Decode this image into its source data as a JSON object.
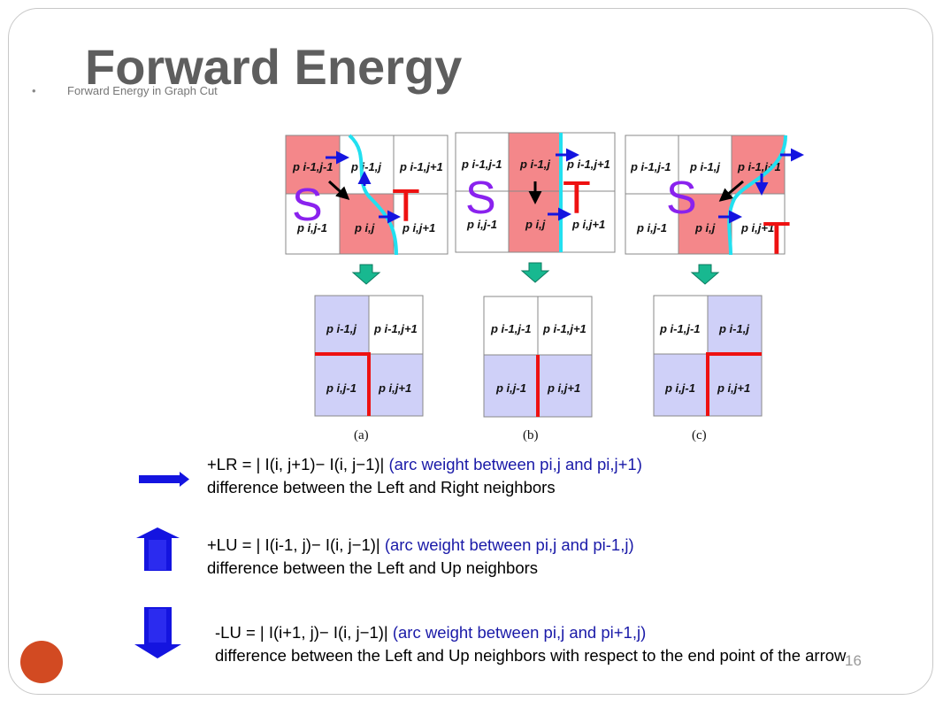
{
  "slide": {
    "title": "Forward Energy",
    "bullet": "Forward Energy in Graph Cut",
    "page_number": "16"
  },
  "top_grids": [
    {
      "cells": [
        "p i-1,j-1",
        "p i-1,j",
        "p i-1,j+1",
        "p i,j-1",
        "p i,j",
        "p i,j+1"
      ],
      "S": "S",
      "T": "T"
    },
    {
      "cells": [
        "p i-1,j-1",
        "p i-1,j",
        "p i-1,j+1",
        "p i,j-1",
        "p i,j",
        "p i,j+1"
      ],
      "S": "S",
      "T": "T"
    },
    {
      "cells": [
        "p i-1,j-1",
        "p i-1,j",
        "p i-1,j+1",
        "p i,j-1",
        "p i,j",
        "p i,j+1"
      ],
      "S": "S",
      "T": "T"
    }
  ],
  "bottom_grids": [
    {
      "cells": [
        "p i-1,j",
        "p i-1,j+1",
        "p i,j-1",
        "p i,j+1"
      ],
      "caption": "(a)"
    },
    {
      "cells": [
        "p i-1,j-1",
        "p i-1,j+1",
        "p i,j-1",
        "p i,j+1"
      ],
      "caption": "(b)"
    },
    {
      "cells": [
        "p i-1,j-1",
        "p i-1,j",
        "p i,j-1",
        "p i,j+1"
      ],
      "caption": "(c)"
    }
  ],
  "legend": [
    {
      "icon": "right-arrow-icon",
      "formula": "+LR = | I(i, j+1)− I(i, j−1)|",
      "note": "(arc weight between pi,j and pi,j+1)",
      "desc": "difference between the Left and Right neighbors"
    },
    {
      "icon": "up-arrow-icon",
      "formula": "+LU = | I(i-1, j)− I(i, j−1)|",
      "note": "(arc weight between pi,j and pi-1,j)",
      "desc": "difference between the Left and Up neighbors"
    },
    {
      "icon": "down-arrow-icon",
      "formula": "-LU = | I(i+1, j)− I(i, j−1)|",
      "note": "(arc weight between pi,j and pi+1,j)",
      "desc": "difference between the Left and Up neighbors with respect to the end point of the arrow"
    }
  ],
  "colors": {
    "red_cell": "#f4878a",
    "blue_cell": "#cfd0f8",
    "arrow_blue": "#1414e0",
    "seam_cyan": "#22e0f0",
    "cut_red": "#ee1111",
    "ST_purple": "#8a22ee",
    "T_red": "#ee1111",
    "down_green": "#18b890",
    "accent_dot": "#d24a22"
  }
}
